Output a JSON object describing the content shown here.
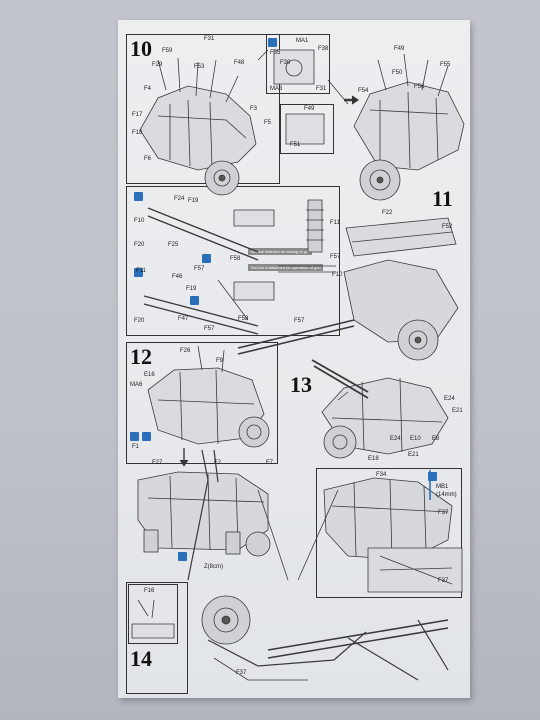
{
  "steps": [
    "10",
    "11",
    "12",
    "13",
    "14"
  ],
  "labels": {
    "s10": [
      "F59",
      "F31",
      "F29",
      "F53",
      "F48",
      "F4",
      "F17",
      "F18",
      "F3",
      "F5",
      "F6",
      "MA1",
      "F35",
      "F30",
      "MA3",
      "F38",
      "F31",
      "F49",
      "F51"
    ],
    "s11": [
      "F49",
      "F50",
      "F55",
      "F54",
      "F56"
    ],
    "mid": [
      "F24",
      "F19",
      "F10",
      "F25",
      "F20",
      "F57",
      "F58",
      "F11",
      "F46",
      "F19",
      "F47",
      "F20",
      "F57",
      "F58",
      "F22",
      "F52",
      "F11",
      "F57",
      "F10",
      "F57"
    ],
    "s12": [
      "F26",
      "F9",
      "MA6",
      "E16",
      "F1",
      "F27",
      "F2",
      "F7"
    ],
    "s13": [
      "E24",
      "E21",
      "E24",
      "E10",
      "E8",
      "E18",
      "E21",
      "F34",
      "MB1",
      "(14mm)",
      "F37",
      "F37"
    ],
    "s14": [
      "F16",
      "F37",
      "Z(8cm)"
    ]
  },
  "notes": [
    "Tow bar fattened for towing of gun",
    "Tow bar unattached for operation of gun"
  ],
  "colors": {
    "accent_blue": "#2a6fb8",
    "paper": "#e9ebee",
    "ink": "#222222"
  }
}
